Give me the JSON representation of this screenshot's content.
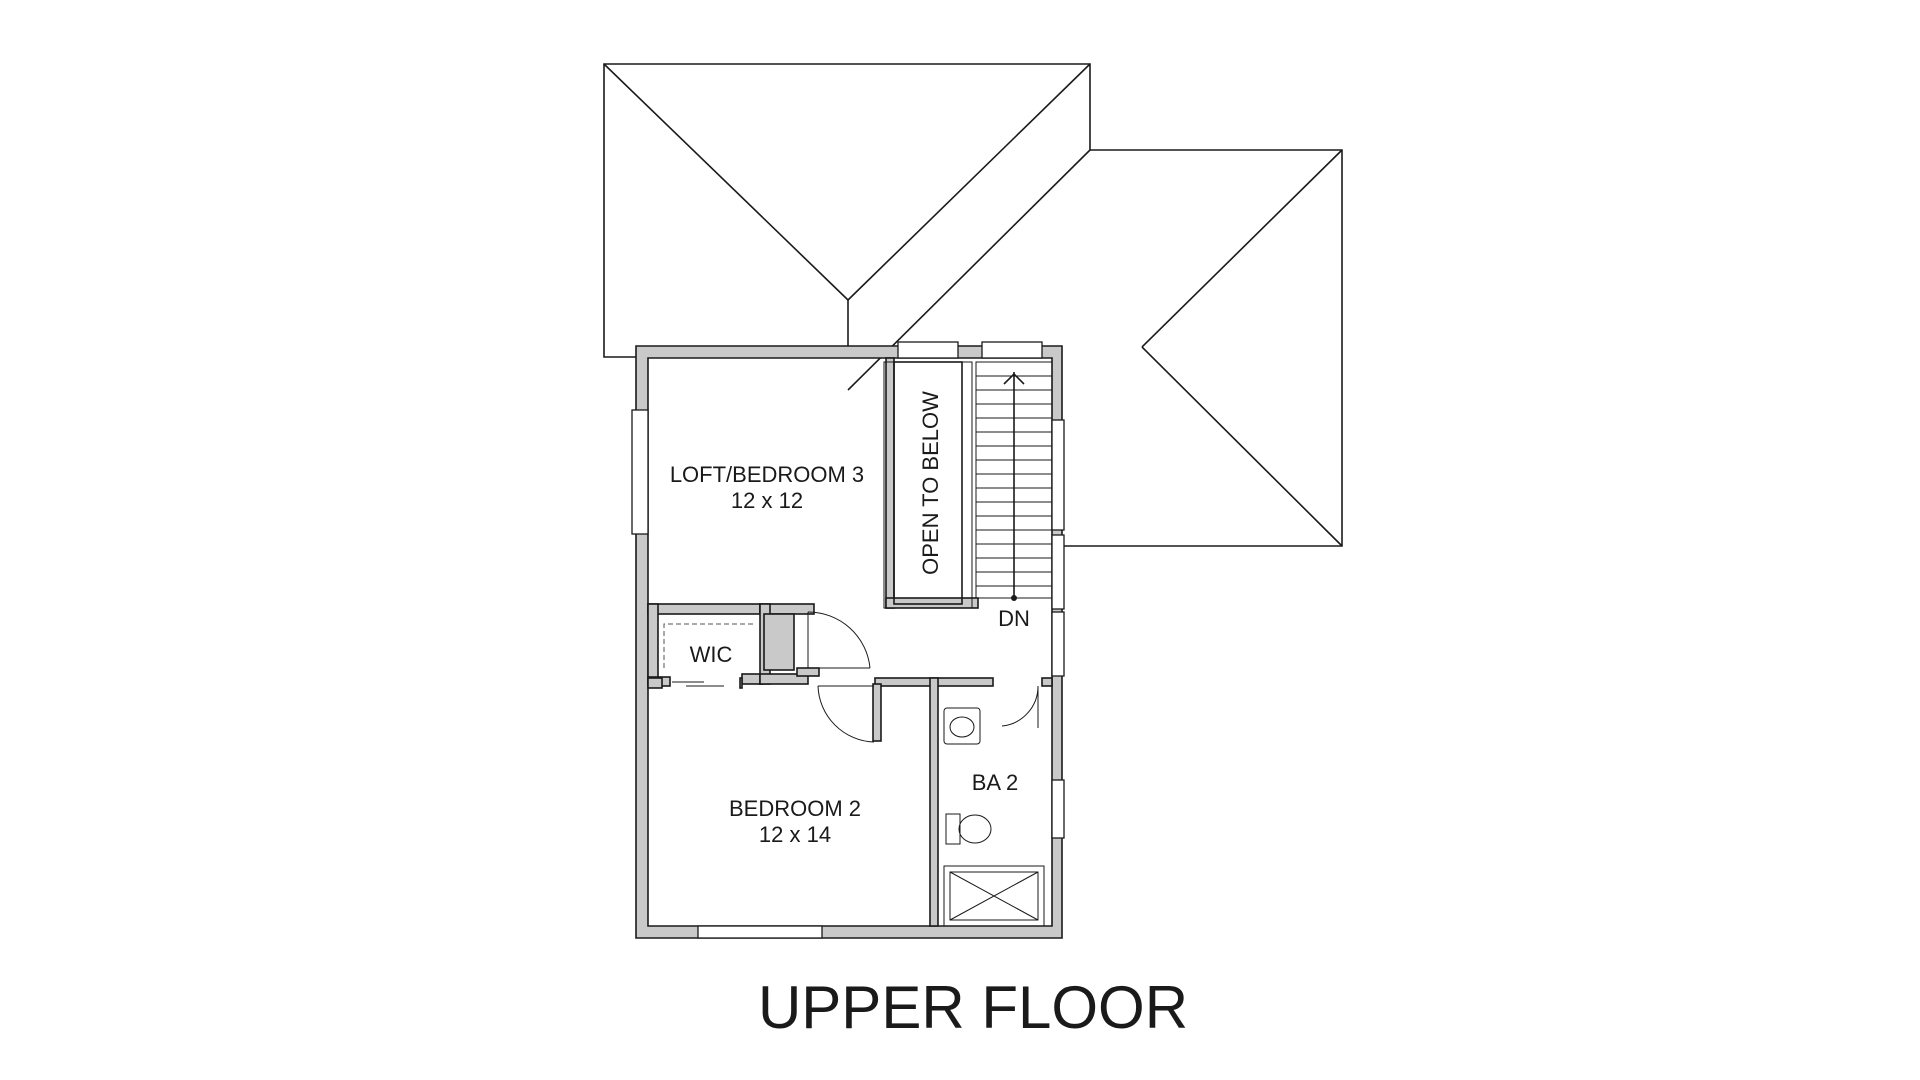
{
  "plan": {
    "title": "UPPER FLOOR",
    "rooms": {
      "loft": {
        "name": "LOFT/BEDROOM 3",
        "size": "12 x 12"
      },
      "bedroom2": {
        "name": "BEDROOM 2",
        "size": "12 x 14"
      },
      "wic": {
        "name": "WIC"
      },
      "bath": {
        "name": "BA 2"
      }
    },
    "open_to_below": "OPEN TO BELOW",
    "stair_label": "DN"
  },
  "colors": {
    "wall_fill": "#c9c9c9",
    "line": "#1a1a1a",
    "background": "#ffffff"
  }
}
